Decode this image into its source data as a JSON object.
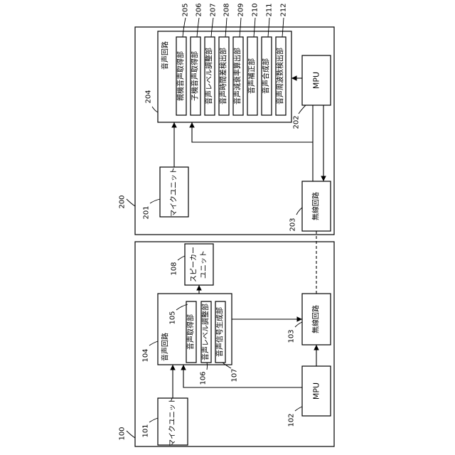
{
  "device_200": {
    "ref": "200",
    "audio_circuit": {
      "ref": "204",
      "label": "音声回路",
      "units": [
        {
          "ref": "205",
          "label": "親機音声取得部"
        },
        {
          "ref": "206",
          "label": "子機音声取得部"
        },
        {
          "ref": "207",
          "label": "音声レベル調整部"
        },
        {
          "ref": "208",
          "label": "音声時間差検出部"
        },
        {
          "ref": "209",
          "label": "音声減衰率算出部"
        },
        {
          "ref": "210",
          "label": "音声補正部"
        },
        {
          "ref": "211",
          "label": "音声合成部"
        },
        {
          "ref": "212",
          "label": "音声周波数検出部"
        }
      ]
    },
    "mpu": {
      "ref": "202",
      "label": "MPU"
    },
    "wireless": {
      "ref": "203",
      "label": "無線回路"
    },
    "mic": {
      "ref": "201",
      "label": "マイクユニット"
    }
  },
  "device_100": {
    "ref": "100",
    "audio_circuit": {
      "ref": "104",
      "label": "音声回路",
      "units": [
        {
          "ref": "105",
          "label": "音声取得部"
        },
        {
          "ref": "106",
          "label": "音声レベル調整部"
        },
        {
          "ref": "107",
          "label": "音声信号生成部"
        }
      ]
    },
    "speaker": {
      "ref": "108",
      "label_line1": "スピーカー",
      "label_line2": "ユニット"
    },
    "wireless": {
      "ref": "103",
      "label": "無線回路"
    },
    "mpu": {
      "ref": "102",
      "label": "MPU"
    },
    "mic": {
      "ref": "101",
      "label": "マイクユニット"
    }
  }
}
